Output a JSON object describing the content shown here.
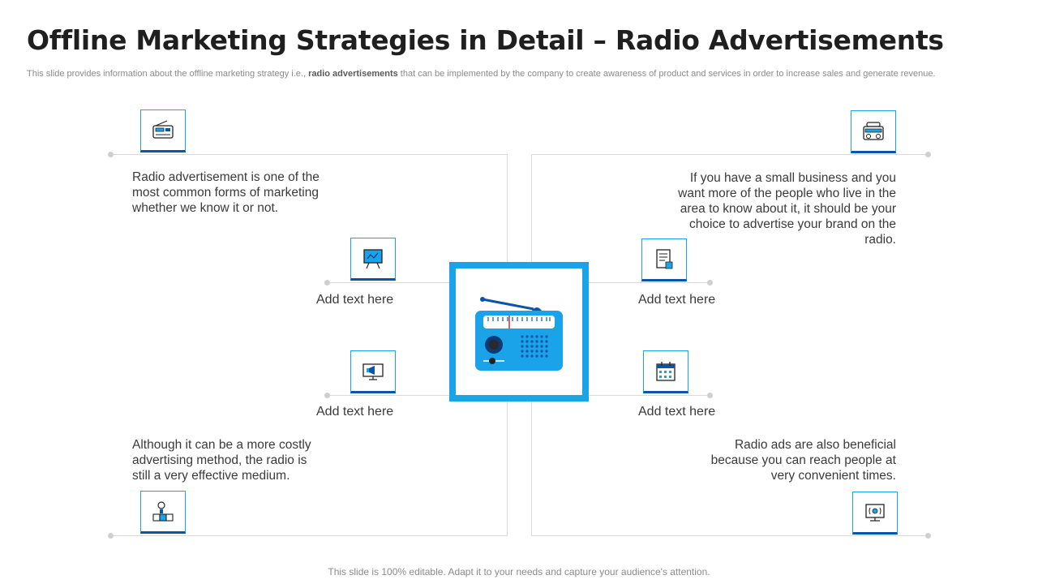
{
  "header": {
    "title": "Offline Marketing Strategies in Detail – Radio Advertisements",
    "subtitle_prefix": "This slide provides information about the offline marketing strategy i.e., ",
    "subtitle_bold": "radio advertisements",
    "subtitle_suffix": " that can be implemented by the company to create awareness of product and services in order to increase sales and generate revenue."
  },
  "corners": {
    "top_left": {
      "text": "Radio advertisement is one of the most common forms of marketing whether we know it or not.",
      "icon": "radio-icon"
    },
    "top_right": {
      "text": "If you have a small business and you want more of the people who live in the area to know about it, it should be your choice to advertise your brand on the radio.",
      "icon": "boombox-icon"
    },
    "bottom_left": {
      "text": "Although it can be a more costly advertising method, the radio is still a very effective medium.",
      "icon": "coins-cost-icon"
    },
    "bottom_right": {
      "text": "Radio ads are also beneficial because you can reach people at very convenient times.",
      "icon": "broadcast-monitor-icon"
    }
  },
  "inner": {
    "upper_left": {
      "label": "Add text here",
      "icon": "presentation-board-icon"
    },
    "lower_left": {
      "label": "Add text here",
      "icon": "megaphone-screen-icon"
    },
    "upper_right": {
      "label": "Add text here",
      "icon": "document-icon"
    },
    "lower_right": {
      "label": "Add text here",
      "icon": "calendar-icon"
    }
  },
  "center": {
    "icon": "radio-icon"
  },
  "footer": {
    "text": "This slide is 100% editable. Adapt it to your needs and capture your audience's attention."
  },
  "colors": {
    "accent": "#1aa3e8",
    "accent_dark": "#0b55a8",
    "line": "#d9d9d9",
    "title": "#1f1f1f"
  }
}
